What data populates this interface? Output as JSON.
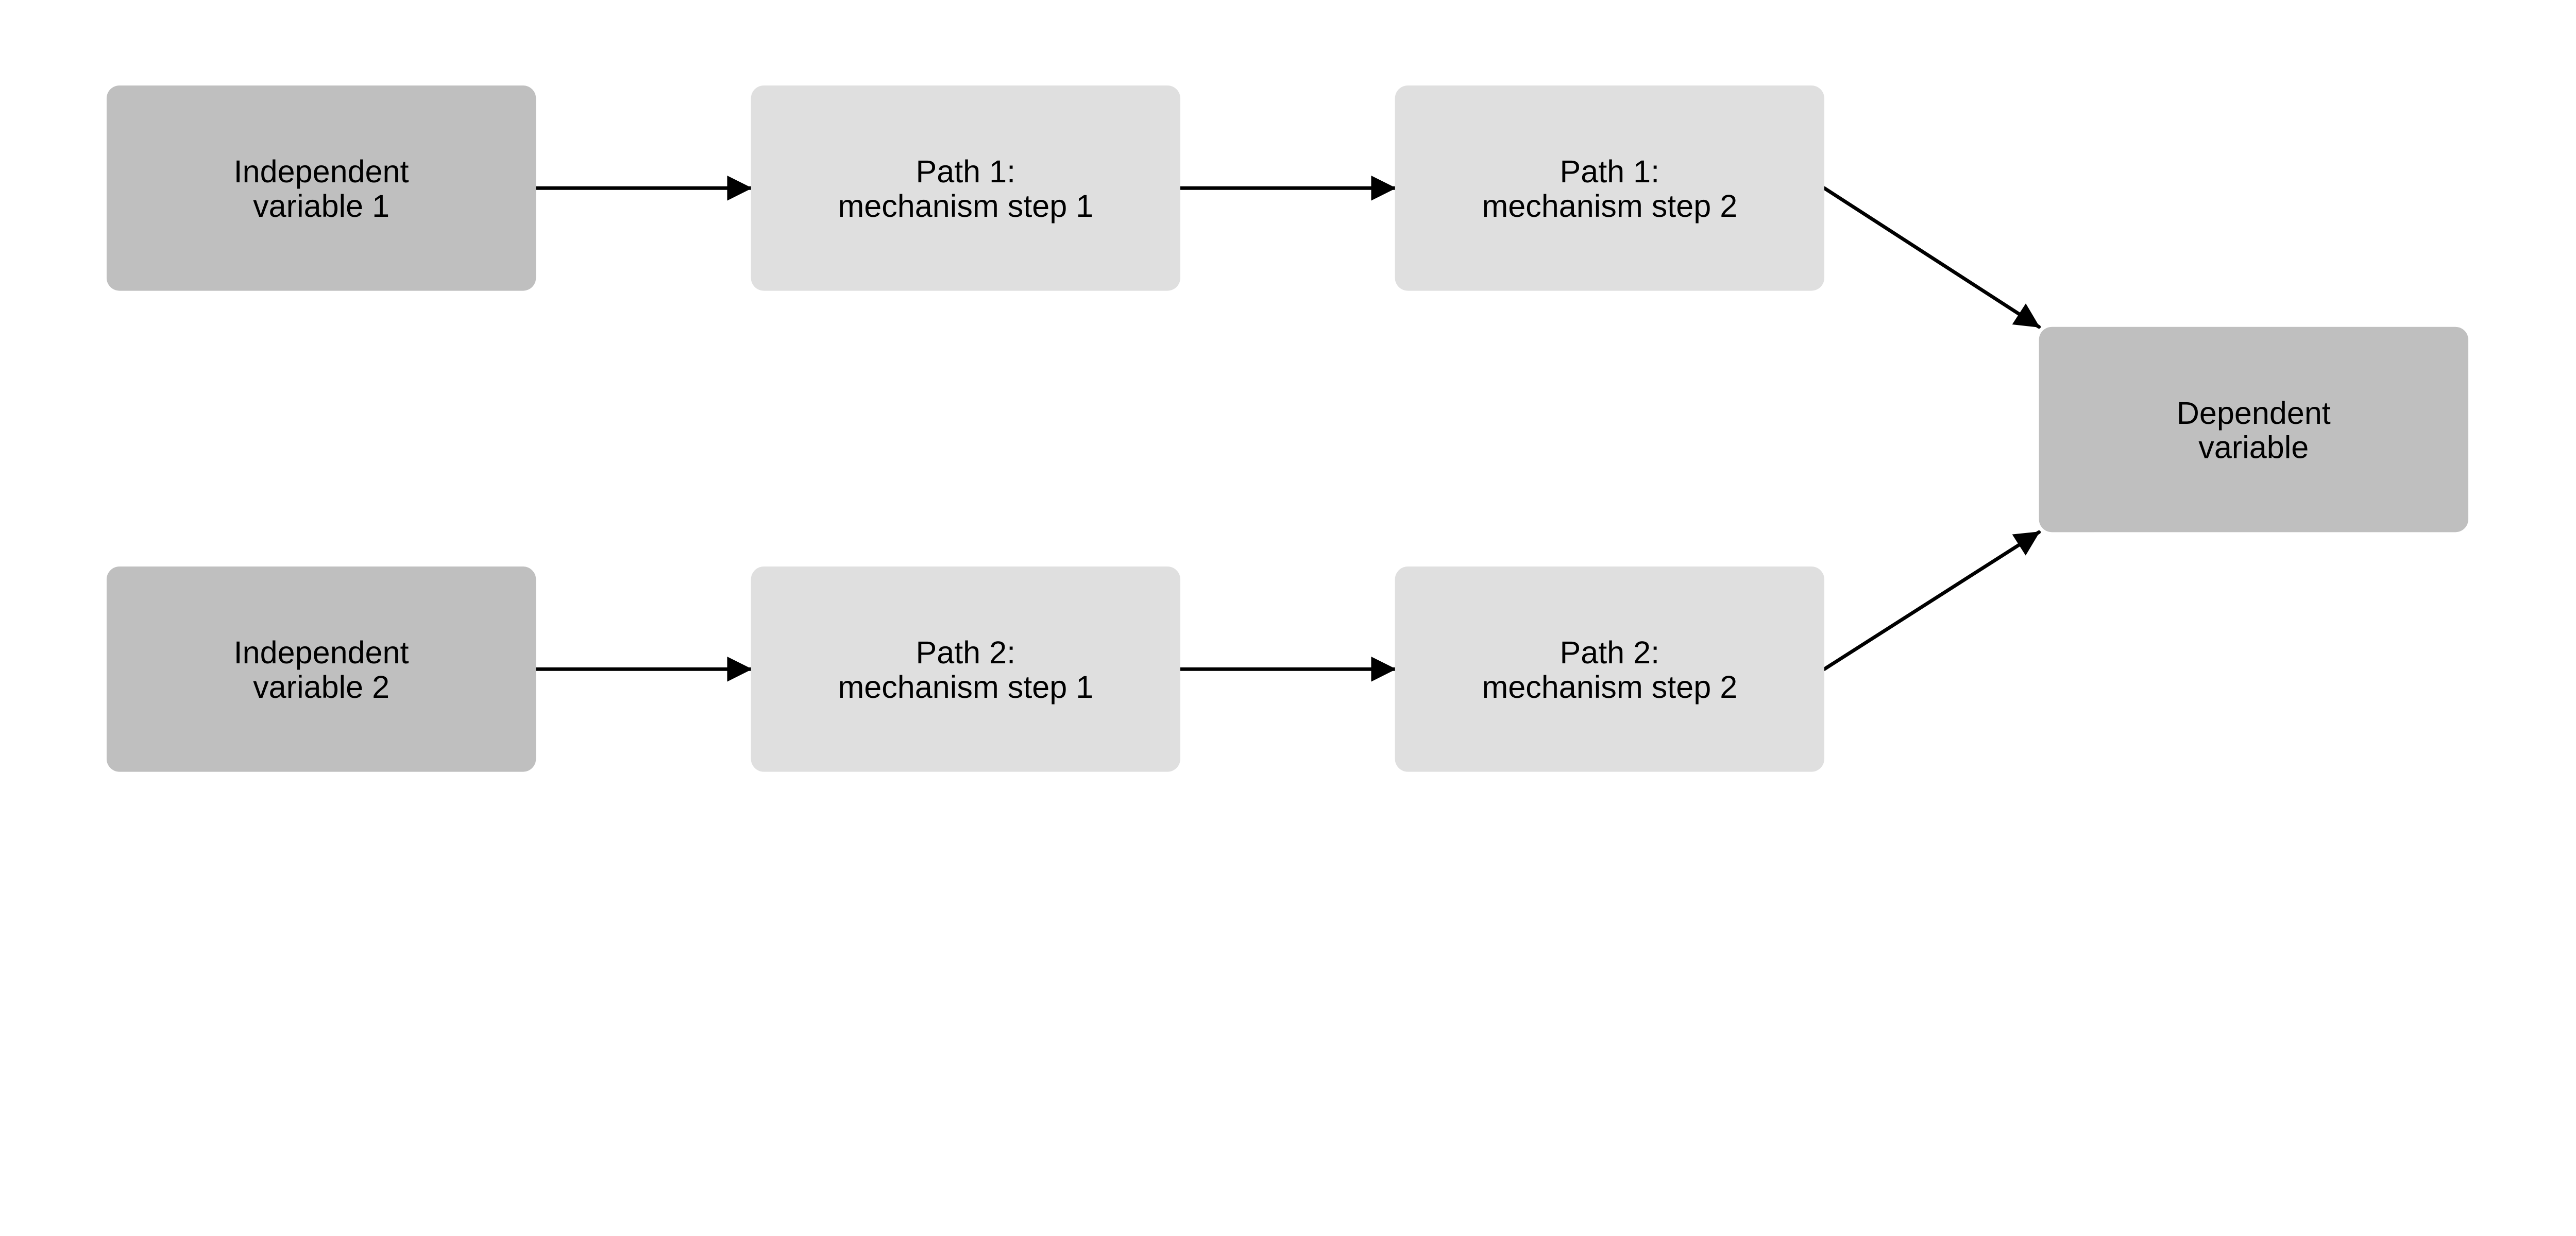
{
  "colors": {
    "primary_node": "#bfbfbf",
    "secondary_node": "#dfdfdf",
    "edge": "#000000",
    "background": "#ffffff"
  },
  "nodes": [
    {
      "id": "iv1",
      "lines": [
        "Independent",
        "variable 1"
      ],
      "style": "primary"
    },
    {
      "id": "p1s1",
      "lines": [
        "Path 1:",
        "mechanism step 1"
      ],
      "style": "secondary"
    },
    {
      "id": "p1s2",
      "lines": [
        "Path 1:",
        "mechanism step 2"
      ],
      "style": "secondary"
    },
    {
      "id": "dv",
      "lines": [
        "Dependent",
        "variable"
      ],
      "style": "primary"
    },
    {
      "id": "iv2",
      "lines": [
        "Independent",
        "variable 2"
      ],
      "style": "primary"
    },
    {
      "id": "p2s1",
      "lines": [
        "Path 2:",
        "mechanism step 1"
      ],
      "style": "secondary"
    },
    {
      "id": "p2s2",
      "lines": [
        "Path 2:",
        "mechanism step 2"
      ],
      "style": "secondary"
    }
  ],
  "edges": [
    {
      "from": "iv1",
      "to": "p1s1"
    },
    {
      "from": "p1s1",
      "to": "p1s2"
    },
    {
      "from": "p1s2",
      "to": "dv"
    },
    {
      "from": "iv2",
      "to": "p2s1"
    },
    {
      "from": "p2s1",
      "to": "p2s2"
    },
    {
      "from": "p2s2",
      "to": "dv"
    }
  ]
}
